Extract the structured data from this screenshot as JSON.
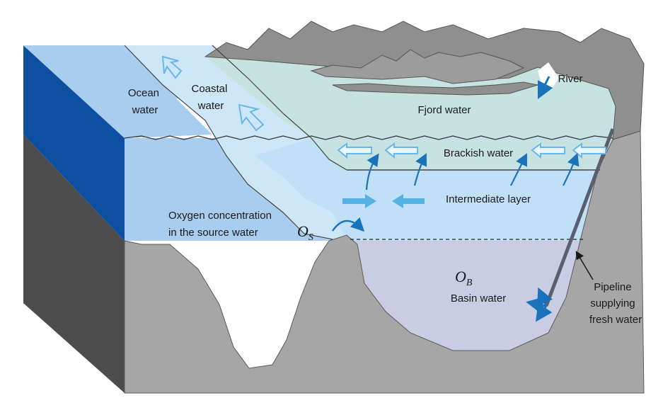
{
  "labels": {
    "ocean_water": [
      "Ocean",
      "water"
    ],
    "coastal_water": [
      "Coastal",
      "water"
    ],
    "fjord_water": "Fjord water",
    "river": "River",
    "brackish_water": "Brackish water",
    "intermediate_layer": "Intermediate layer",
    "oxygen_source": [
      "Oxygen  concentration",
      "in the source water"
    ],
    "basin_water": "Basin water",
    "pipeline": [
      "Pipeline",
      "supplying",
      "fresh water"
    ]
  },
  "symbols": {
    "os_base": "O",
    "os_sub": "S",
    "ob_base": "O",
    "ob_sub": "B"
  },
  "colors": {
    "ocean": "#a9cdee",
    "coastal": "#cde6f8",
    "fjord": "#c6e3e2",
    "intermediate": "#bfe0f6",
    "basin": "#c9cde3",
    "rock": "#a6a6a6",
    "mountain": "#8f8f8f",
    "side_blue": "#0d4fa0",
    "side_grey": "#4d4d4d",
    "arrow": "#1a72bb",
    "arrow_light": "#55b2e2",
    "pipe": "#5a5f6e"
  }
}
